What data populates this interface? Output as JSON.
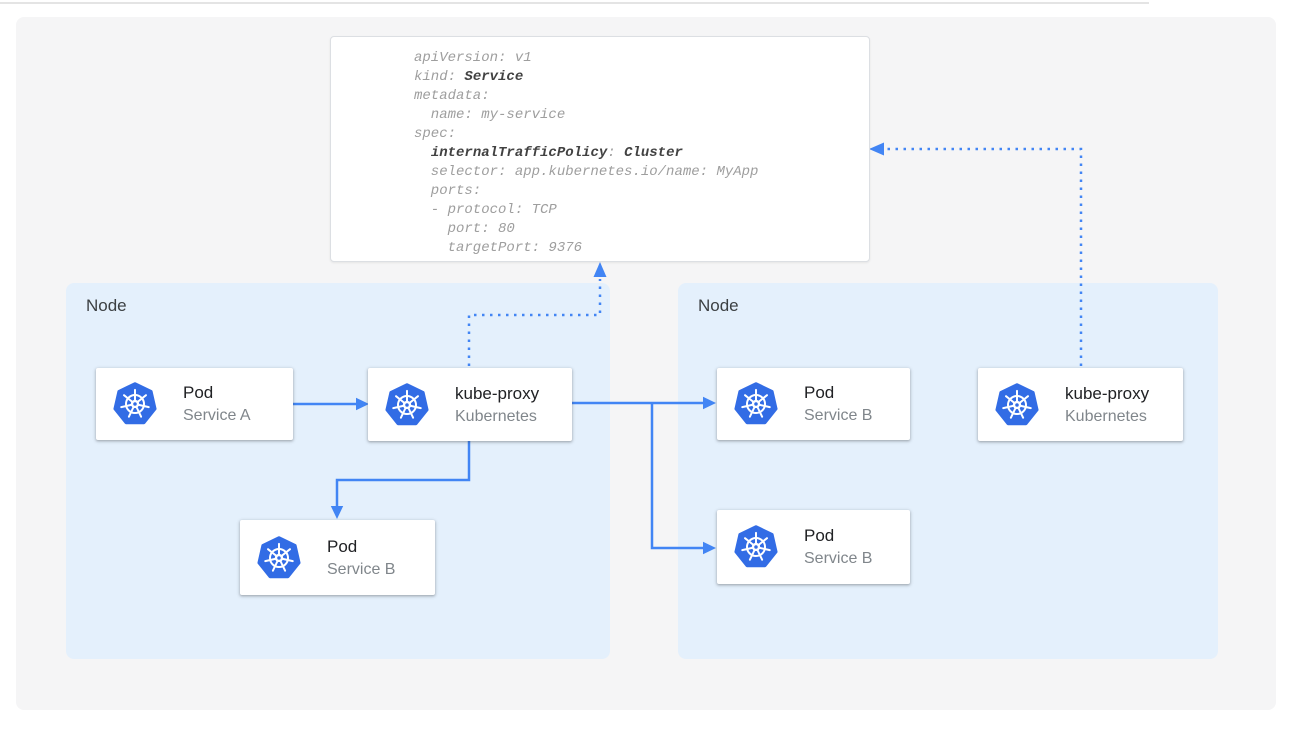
{
  "colors": {
    "arrow_blue": "#4285f4",
    "kubernetes_blue": "#326ce5",
    "node_background": "#e4f0fc",
    "code_gray": "#9e9e9e",
    "code_bold_dark": "#424242"
  },
  "yaml_card": {
    "lines": [
      [
        {
          "t": "apiVersion: v1"
        }
      ],
      [
        {
          "t": "kind: "
        },
        {
          "t": "Service",
          "b": true
        }
      ],
      [
        {
          "t": "metadata:"
        }
      ],
      [
        {
          "t": "  name: my-service"
        }
      ],
      [
        {
          "t": "spec:"
        }
      ],
      [
        {
          "t": "  "
        },
        {
          "t": "internalTrafficPolicy",
          "b": true
        },
        {
          "t": ": "
        },
        {
          "t": "Cluster",
          "b": true
        }
      ],
      [
        {
          "t": "  selector: app.kubernetes.io/name: MyApp"
        }
      ],
      [
        {
          "t": "  ports:"
        }
      ],
      [
        {
          "t": "  - protocol: TCP"
        }
      ],
      [
        {
          "t": "    port: 80"
        }
      ],
      [
        {
          "t": "    targetPort: 9376"
        }
      ]
    ]
  },
  "nodes": [
    {
      "label": "Node",
      "cards": [
        {
          "title": "Pod",
          "subtitle": "Service A",
          "icon": "kubernetes-icon"
        },
        {
          "title": "kube-proxy",
          "subtitle": "Kubernetes",
          "icon": "kubernetes-icon"
        },
        {
          "title": "Pod",
          "subtitle": "Service B",
          "icon": "kubernetes-icon"
        }
      ]
    },
    {
      "label": "Node",
      "cards": [
        {
          "title": "Pod",
          "subtitle": "Service B",
          "icon": "kubernetes-icon"
        },
        {
          "title": "Pod",
          "subtitle": "Service B",
          "icon": "kubernetes-icon"
        },
        {
          "title": "kube-proxy",
          "subtitle": "Kubernetes",
          "icon": "kubernetes-icon"
        }
      ]
    }
  ]
}
